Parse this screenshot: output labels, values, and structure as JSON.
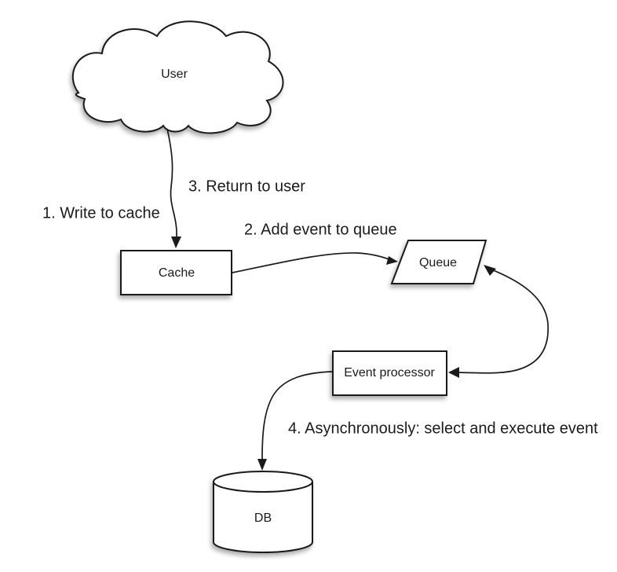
{
  "diagram": {
    "background_color": "#ffffff",
    "line_color": "#1a1a1a",
    "text_color": "#1b1b1b",
    "nodes": {
      "user": {
        "label": "User",
        "shape": "cloud"
      },
      "cache": {
        "label": "Cache",
        "shape": "rectangle"
      },
      "queue": {
        "label": "Queue",
        "shape": "parallelogram"
      },
      "event_processor": {
        "label": "Event processor",
        "shape": "rectangle"
      },
      "db": {
        "label": "DB",
        "shape": "cylinder"
      }
    },
    "steps": {
      "step1": "1. Write to cache",
      "step2": "2. Add event to queue",
      "step3": "3. Return to user",
      "step4": "4. Asynchronously: select and execute event"
    },
    "edges": [
      {
        "from": "user",
        "to": "cache",
        "direction": "one-way",
        "labels": [
          "1. Write to cache",
          "3. Return to user"
        ]
      },
      {
        "from": "cache",
        "to": "queue",
        "direction": "one-way",
        "labels": [
          "2. Add event to queue"
        ]
      },
      {
        "from": "queue",
        "to": "event_processor",
        "direction": "two-way",
        "labels": []
      },
      {
        "from": "event_processor",
        "to": "db",
        "direction": "one-way",
        "labels": [
          "4. Asynchronously: select and execute event"
        ]
      }
    ]
  }
}
